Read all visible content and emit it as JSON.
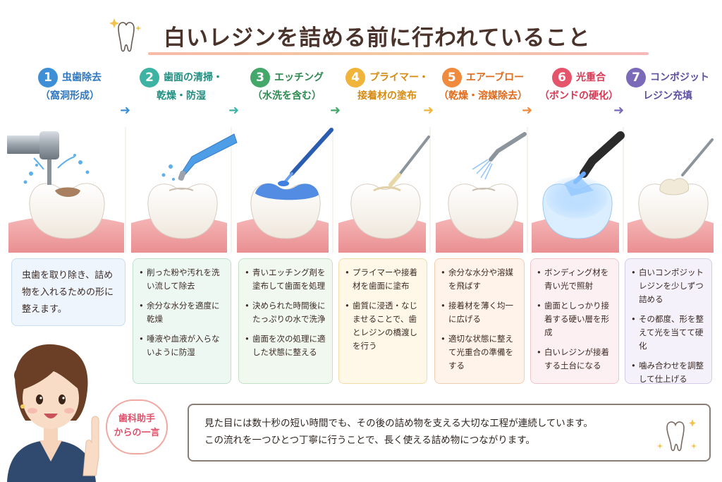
{
  "title": "白いレジンを詰める前に行われていること",
  "steps": [
    {
      "num": "1",
      "label": "虫歯除去",
      "sub": "（窩洞形成）",
      "color": "#3f8fd6",
      "text_color": "#2f78c0"
    },
    {
      "num": "2",
      "label": "歯面の清掃・",
      "sub": "乾燥・防湿",
      "color": "#3fb3a3",
      "text_color": "#1e8f80"
    },
    {
      "num": "3",
      "label": "エッチング",
      "sub": "（水洗を含む）",
      "color": "#44a86a",
      "text_color": "#2e8a50"
    },
    {
      "num": "4",
      "label": "プライマー・",
      "sub": "接着材の塗布",
      "color": "#f0b43a",
      "text_color": "#d68a10"
    },
    {
      "num": "5",
      "label": "エアーブロー",
      "sub": "（乾燥・溶媒除去）",
      "color": "#f08a3c",
      "text_color": "#e06a1a"
    },
    {
      "num": "6",
      "label": "光重合",
      "sub": "（ボンドの硬化）",
      "color": "#e4546a",
      "text_color": "#d83a55"
    },
    {
      "num": "7",
      "label": "コンポジット",
      "sub": "レジン充填",
      "color": "#7a6ab8",
      "text_color": "#5f4fa0"
    }
  ],
  "card1": {
    "text": "虫歯を取り除き、詰め物を入れるための形に整えます。"
  },
  "card2": {
    "items": [
      "削った粉や汚れを洗い流して除去",
      "余分な水分を適度に乾燥",
      "唾液や血液が入らないように防湿"
    ]
  },
  "card3": {
    "items": [
      "青いエッチング剤を塗布して歯面を処理",
      "決められた時間後にたっぷりの水で洗浄",
      "歯面を次の処理に適した状態に整える"
    ]
  },
  "card4": {
    "items": [
      "プライマーや接着材を歯面に塗布",
      "歯質に浸透・なじませることで、歯とレジンの橋渡しを行う"
    ]
  },
  "card5": {
    "items": [
      "余分な水分や溶媒を飛ばす",
      "接着材を薄く均一に広げる",
      "適切な状態に整えて光重合の準備をする"
    ]
  },
  "card6": {
    "items": [
      "ボンディング材を青い光で照射",
      "歯面としっかり接着する硬い層を形成",
      "白いレジンが接着する土台になる"
    ]
  },
  "card7": {
    "items": [
      "白いコンポジットレジンを少しずつ詰める",
      "その都度、形を整えて光を当てて硬化",
      "噛み合わせを調整して仕上げる"
    ]
  },
  "bubble": {
    "line1": "歯科助手",
    "line2": "からの一言"
  },
  "message": {
    "line1": "見た目には数十秒の短い時間でも、その後の詰め物を支える大切な工程が連続しています。",
    "line2": "この流れを一つひとつ丁寧に行うことで、長く使える詰め物につながります。"
  },
  "colors": {
    "gum": "#f3a7a8",
    "tooth": "#fbf7f1",
    "etch_blue": "#3f7fe0",
    "light_blue": "#8fc4ff"
  }
}
